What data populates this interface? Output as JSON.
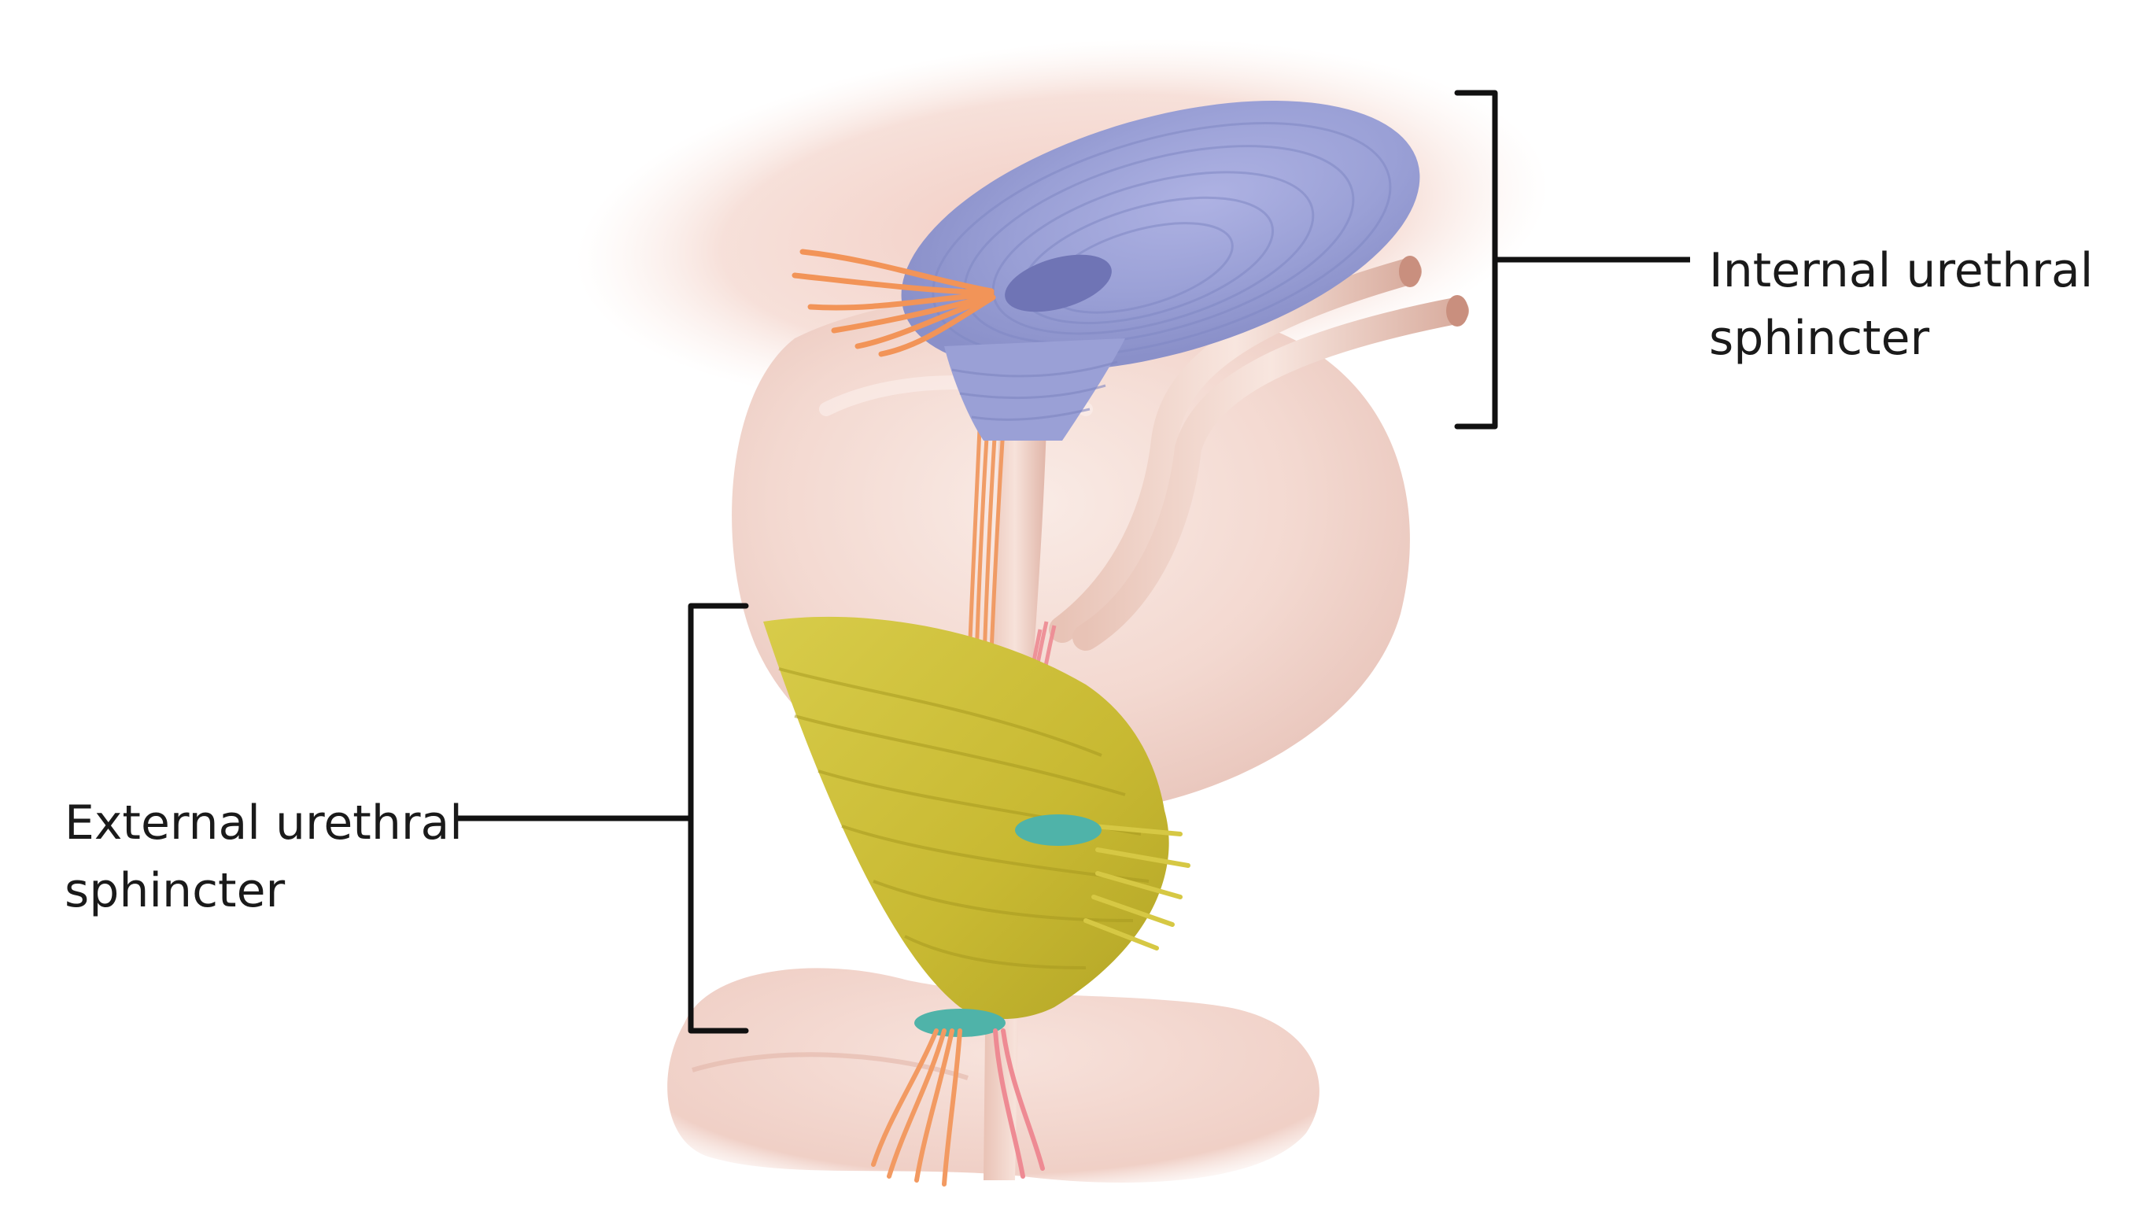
{
  "labels": {
    "internal": {
      "line1": "Internal urethral",
      "line2": "sphincter"
    },
    "external": {
      "line1": "External urethral",
      "line2": "sphincter"
    }
  },
  "colors": {
    "tissue": "#f3d2c8",
    "bladder": "#f2d7cf",
    "internal_sphincter": "#9ea3d8",
    "external_sphincter": "#c9bb3a",
    "nerve": "#f2a06a",
    "vessel": "#ef9aa0",
    "ring": "#4fb3a9",
    "line": "#111111"
  }
}
